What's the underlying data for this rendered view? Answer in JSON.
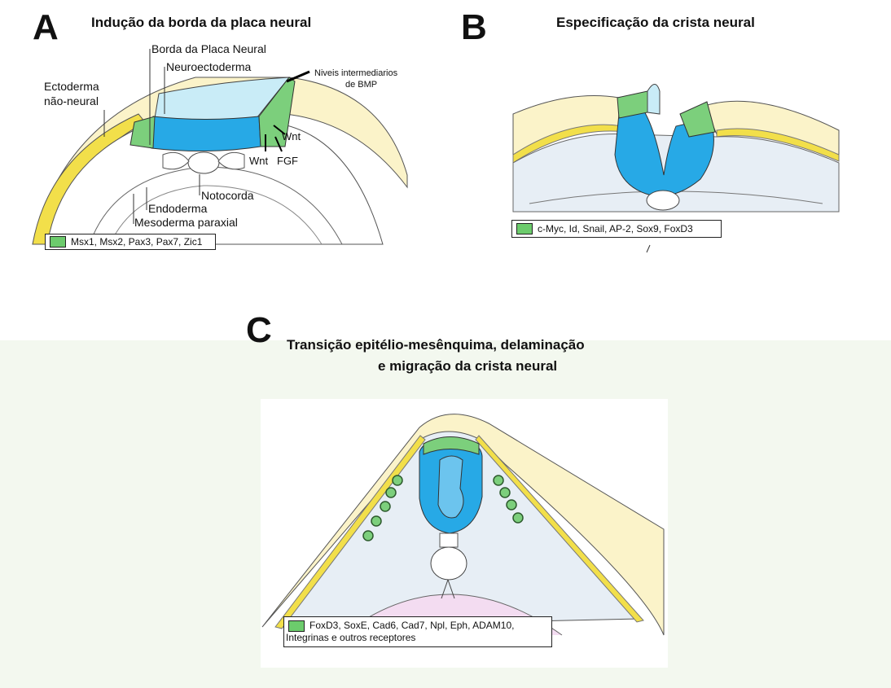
{
  "panels": {
    "a": {
      "letter": "A",
      "title": "Indução da borda da placa neural",
      "labels": {
        "neural_plate_border": "Borda da Placa Neural",
        "neuroectoderm": "Neuroectoderma",
        "bmp_levels_line1": "Niveis intermediarios",
        "bmp_levels_line2": "de BMP",
        "ectoderm_line1": "Ectoderma",
        "ectoderm_line2": "não-neural",
        "wnt_upper": "Wnt",
        "wnt_lower": "Wnt",
        "fgf": "FGF",
        "notochord": "Notocorda",
        "endoderm": "Endoderma",
        "paraxial_mesoderm": "Mesoderma paraxial"
      },
      "legend": "Msx1, Msx2, Pax3, Pax7, Zic1"
    },
    "b": {
      "letter": "B",
      "title": "Especificação da crista neural",
      "legend": "c-Myc, Id, Snail, AP-2, Sox9, FoxD3"
    },
    "c": {
      "letter": "C",
      "title_line1": "Transição epitélio-mesênquima, delaminação",
      "title_line2": "e migração da crista neural",
      "legend_line1": "FoxD3, SoxE, Cad6, Cad7, Npl, Eph, ADAM10,",
      "legend_line2": "Integrinas e outros receptores"
    }
  },
  "colors": {
    "neural_plate_blue": "#27a9e6",
    "border_green": "#7ccf7c",
    "ectoderm_yellow": "#f2df4a",
    "ectoderm_fill": "#fbf3c9",
    "mesoderm_fill": "#e7eef5",
    "endoderm_pink": "#f3dcf1",
    "background_green": "#f3f8ef"
  }
}
